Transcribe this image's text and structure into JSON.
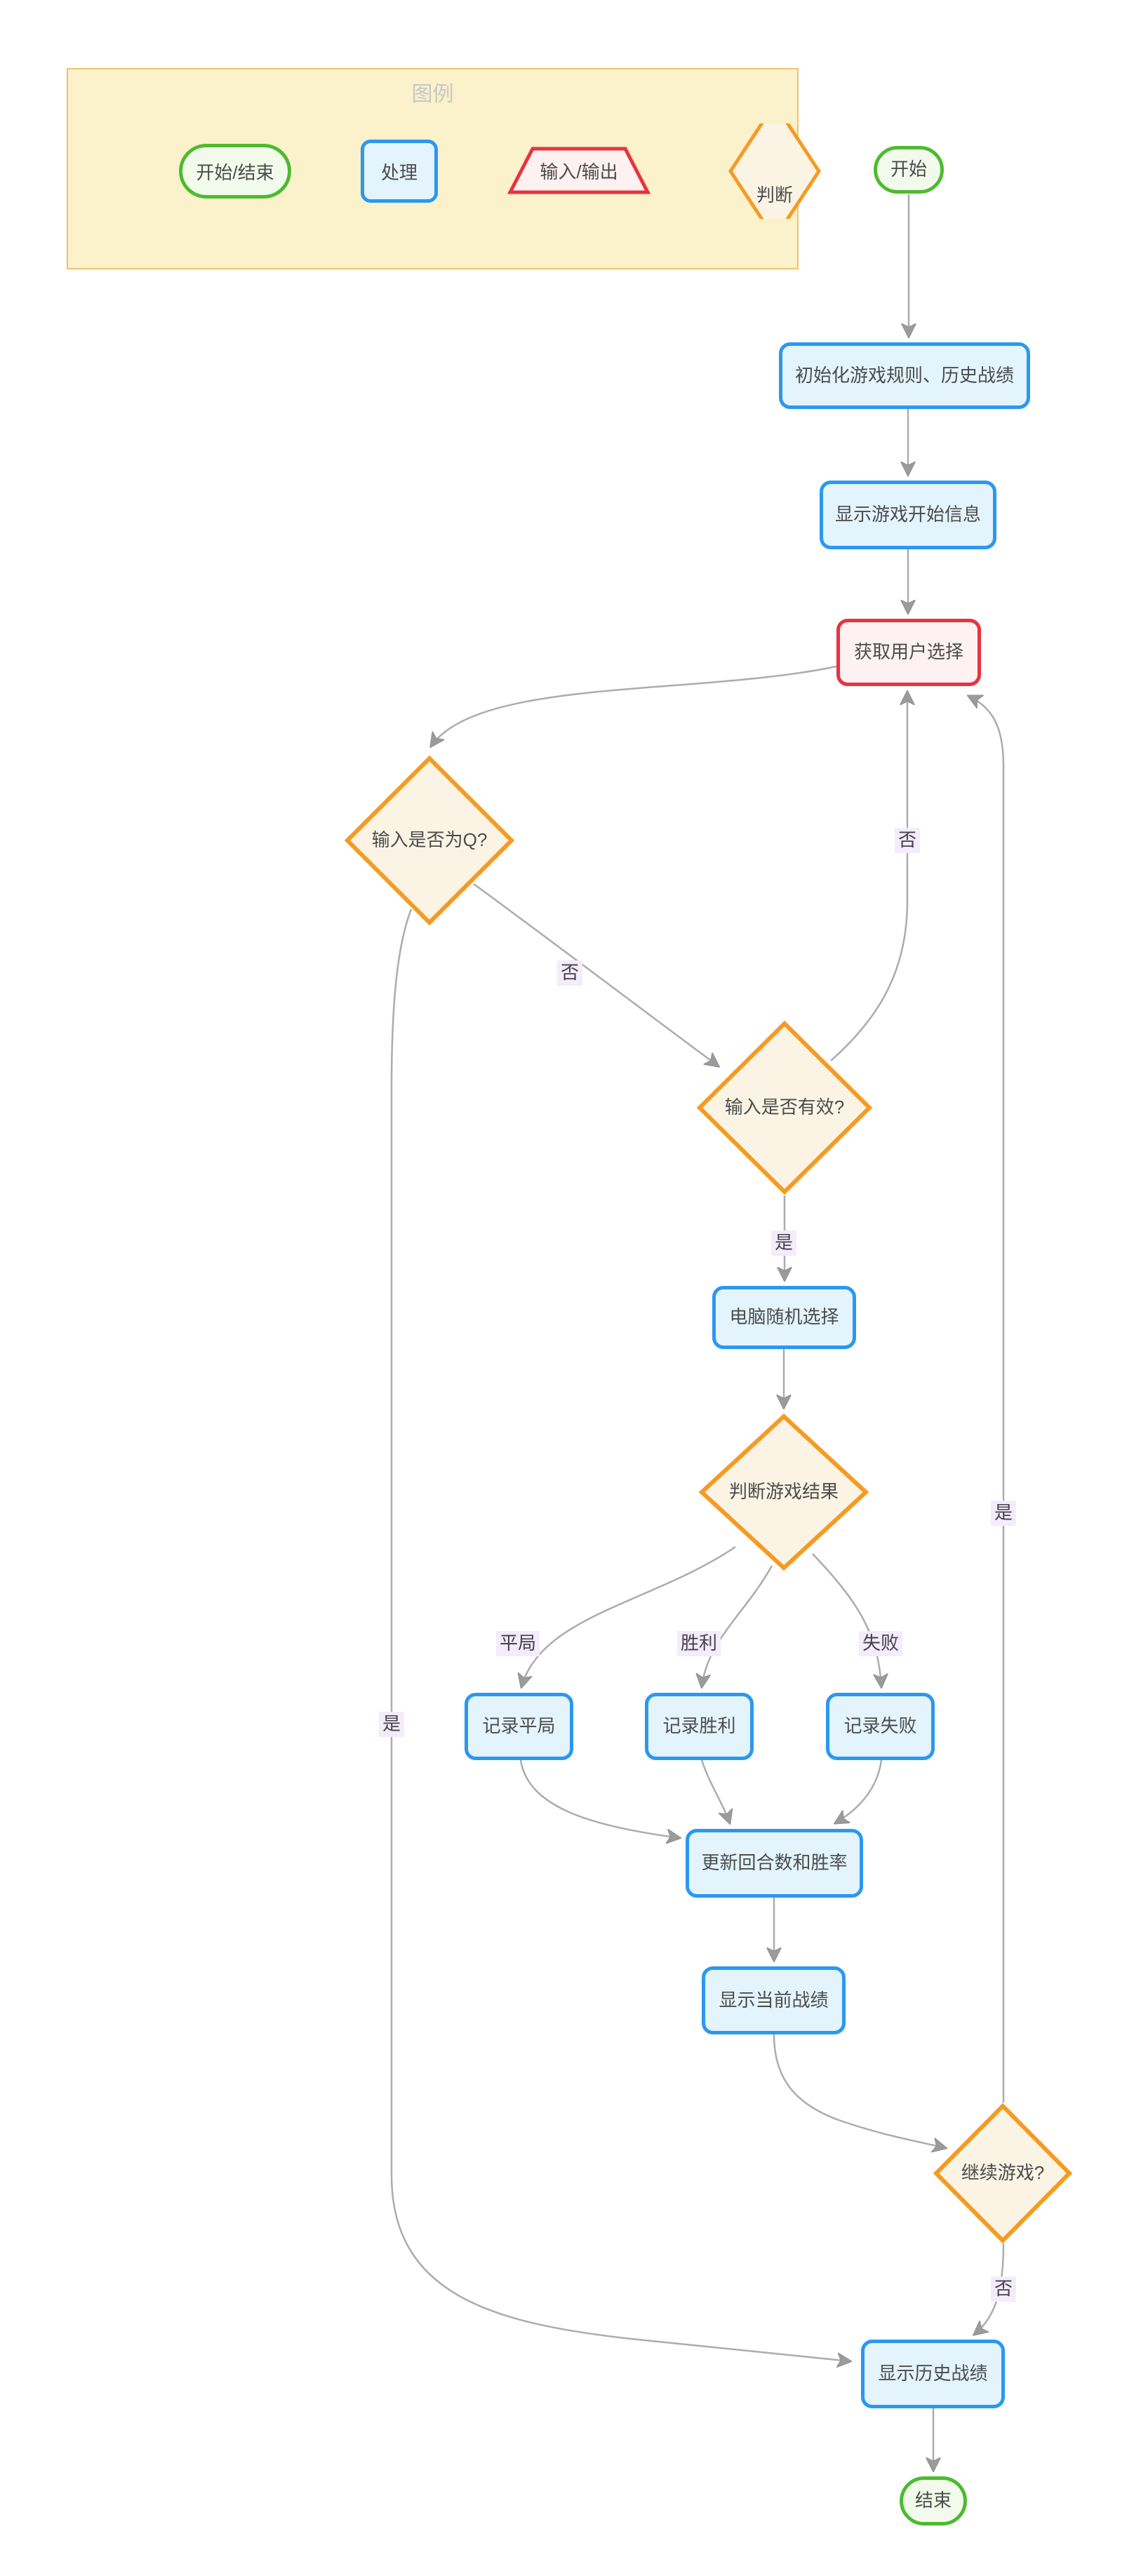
{
  "legend": {
    "title": "图例",
    "items": [
      {
        "shape": "terminator",
        "label": "开始/结束"
      },
      {
        "shape": "process",
        "label": "处理"
      },
      {
        "shape": "input-output",
        "label": "输入/输出"
      },
      {
        "shape": "decision",
        "label": "判断"
      }
    ]
  },
  "nodes": {
    "start": "开始",
    "init": "初始化游戏规则、历史战绩",
    "show_start": "显示游戏开始信息",
    "get_choice": "获取用户选择",
    "is_q": "输入是否为Q?",
    "is_valid": "输入是否有效?",
    "computer_pick": "电脑随机选择",
    "judge_result": "判断游戏结果",
    "record_draw": "记录平局",
    "record_win": "记录胜利",
    "record_loss": "记录失败",
    "update_stats": "更新回合数和胜率",
    "show_current": "显示当前战绩",
    "continue_game": "继续游戏?",
    "show_history": "显示历史战绩",
    "end": "结束"
  },
  "edge_labels": {
    "q_no": "否",
    "q_yes": "是",
    "valid_no": "否",
    "valid_yes": "是",
    "result_draw": "平局",
    "result_win": "胜利",
    "result_loss": "失败",
    "continue_yes": "是",
    "continue_no": "否"
  },
  "colors": {
    "process_border": "#2B98F0",
    "process_fill": "#E3F4FD",
    "terminator_border": "#4CBB2F",
    "terminator_fill": "#F2FBEB",
    "io_border": "#E8333F",
    "io_fill": "#FDF1F1",
    "decision_border": "#F59B23",
    "decision_fill": "#FBF4E4",
    "edge_line": "#ACACAC",
    "arrow": "#9B9B9B",
    "edge_label_bg": "#F2ECFB",
    "edge_label_text": "#45404F",
    "node_text": "#4C4C4C",
    "legend_bg": "#FBF1CA",
    "legend_border": "#EFC36C",
    "legend_title": "#C7C7C7"
  }
}
